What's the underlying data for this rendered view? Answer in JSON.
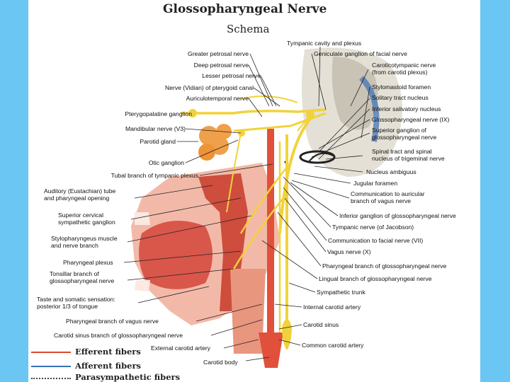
{
  "title": "Glossopharyngeal Nerve",
  "subtitle": "Schema",
  "labels_left": {
    "greater_petrosal": "Greater petrosal nerve",
    "deep_petrosal": "Deep petrosal nerve",
    "lesser_petrosal": "Lesser petrosal nerve",
    "vidian": "Nerve (Vidian) of pterygoid canal",
    "auriculotemporal": "Auriculotemporal nerve",
    "pterygopalatine": "Pterygopalatine ganglion",
    "mandibular": "Mandibular nerve (V3)",
    "parotid": "Parotid gland",
    "otic": "Otic ganglion",
    "tubal": "Tubal branch of tympanic plexus",
    "auditory": "Auditory (Eustachian) tube\nand pharyngeal opening",
    "sup_cervical": "Superior cervical\nsympathetic ganglion",
    "stylopharyngeus": "Stylopharyngeus muscle\nand nerve branch",
    "pharyngeal_plexus": "Pharyngeal plexus",
    "tonsillar": "Tonsillar branch of\nglossopharyngeal nerve",
    "taste": "Taste and somatic sensation:\nposterior 1/3 of tongue",
    "pharyngeal_vagus": "Pharyngeal branch of vagus nerve",
    "carotid_sinus_branch": "Carotid sinus branch of glossopharyngeal nerve",
    "external_carotid": "External carotid artery",
    "carotid_body": "Carotid body"
  },
  "labels_right": {
    "tympanic_cavity": "Tympanic cavity and plexus",
    "geniculate": "Geniculate ganglion of facial nerve",
    "caroticotympanic": "Caroticotympanic nerve\n(from carotid plexus)",
    "stylomastoid": "Stylomastoid foramen",
    "solitary": "Solitary tract nucleus",
    "inf_salivatory": "Inferior salivatory nucleus",
    "glossopharyngeal_ix": "Glossopharyngeal nerve (IX)",
    "sup_ganglion": "Superior ganglion of\nglossopharyngeal nerve",
    "spinal_tract": "Spinal tract and spinal\nnucleus of trigeminal nerve",
    "ambiguus": "Nucleus ambiguus",
    "jugular": "Jugular foramen",
    "comm_auricular": "Communication to auricular\nbranch of vagus nerve",
    "inferior_ganglion": "Inferior ganglion of glossopharyngeal nerve",
    "tympanic_nerve": "Tympanic nerve (of Jacobson)",
    "comm_facial": "Communication to facial nerve (VII)",
    "vagus": "Vagus nerve (X)",
    "pharyngeal_branch_ix": "Pharyngeal branch of glossopharyngeal nerve",
    "lingual_branch": "Lingual branch of glossopharyngeal nerve",
    "sympathetic_trunk": "Sympathetic trunk",
    "internal_carotid": "Internal carotid artery",
    "carotid_sinus": "Carotid sinus",
    "common_carotid": "Common carotid artery"
  },
  "legend": {
    "efferent": "Efferent fibers",
    "afferent": "Afferent fibers",
    "parasympathetic": "Parasympathetic fibers"
  },
  "colors": {
    "background": "#6cc6f3",
    "efferent": "#d94a2a",
    "afferent": "#3a6fb5",
    "parasympathetic": "#444444",
    "nerve": "#f2d23a",
    "tissue": "#e8887a",
    "gland": "#f0a04a"
  }
}
